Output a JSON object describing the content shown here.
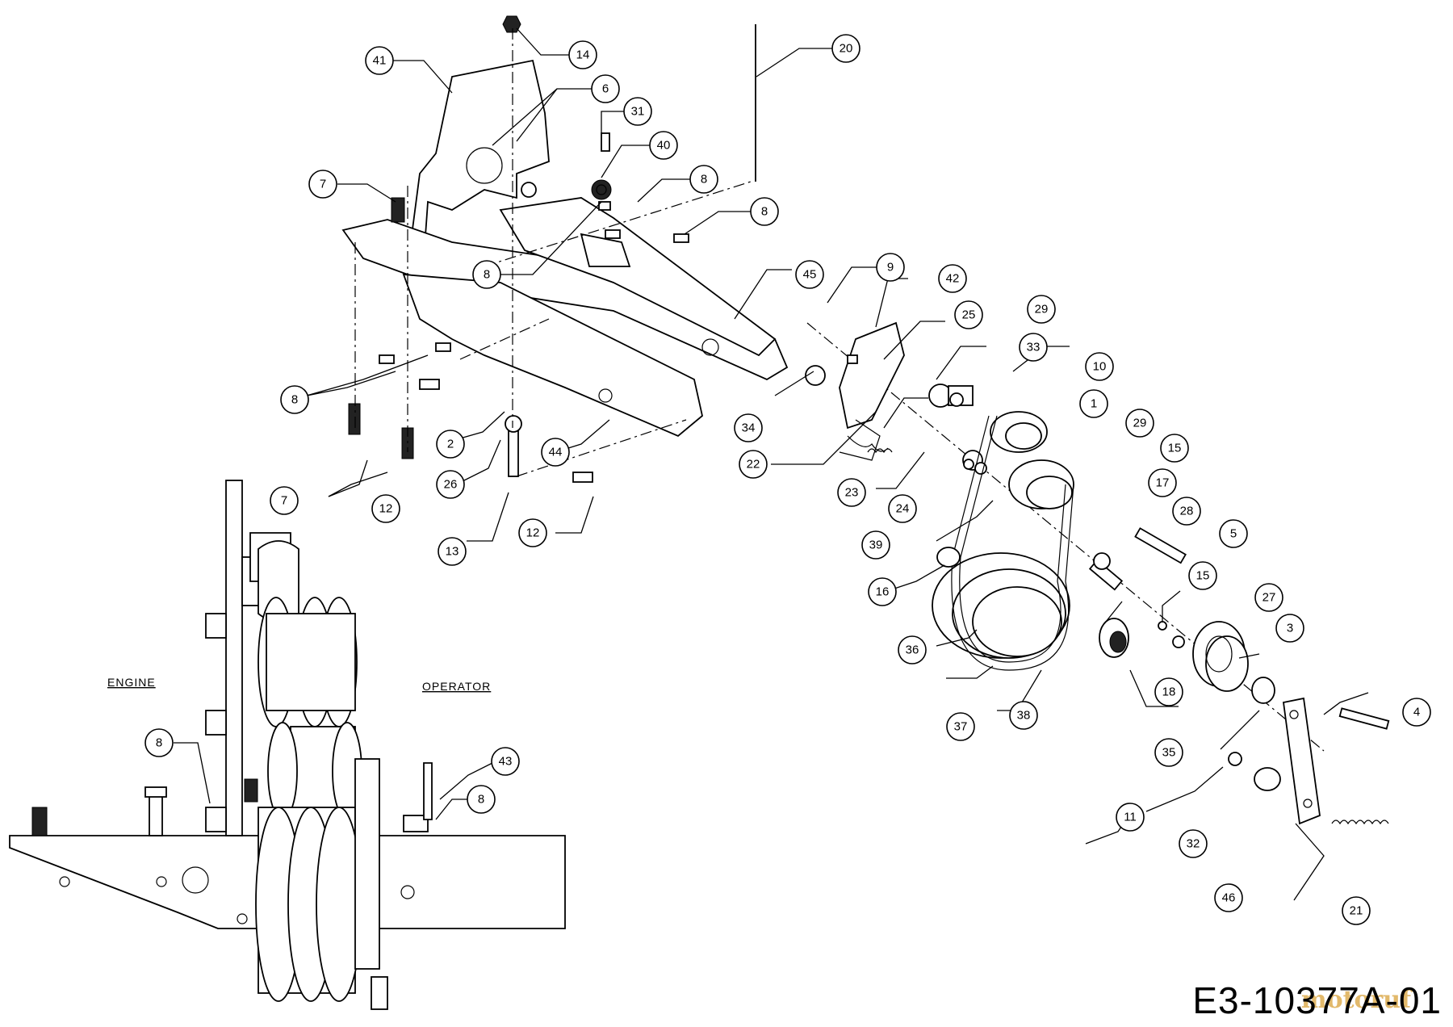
{
  "drawing_number": "E3-10377A-01",
  "watermark": "motoruf",
  "labels": {
    "engine": "ENGINE",
    "operator": "OPERATOR"
  },
  "callouts": [
    "41",
    "14",
    "6",
    "31",
    "40",
    "20",
    "7",
    "8",
    "8",
    "8",
    "45",
    "9",
    "42",
    "25",
    "29",
    "33",
    "10",
    "1",
    "8",
    "34",
    "22",
    "23",
    "24",
    "29",
    "15",
    "17",
    "28",
    "5",
    "39",
    "16",
    "36",
    "37",
    "38",
    "18",
    "35",
    "3",
    "27",
    "15",
    "4",
    "11",
    "32",
    "46",
    "21",
    "2",
    "44",
    "26",
    "12",
    "13",
    "12",
    "7",
    "8",
    "43",
    "8"
  ]
}
